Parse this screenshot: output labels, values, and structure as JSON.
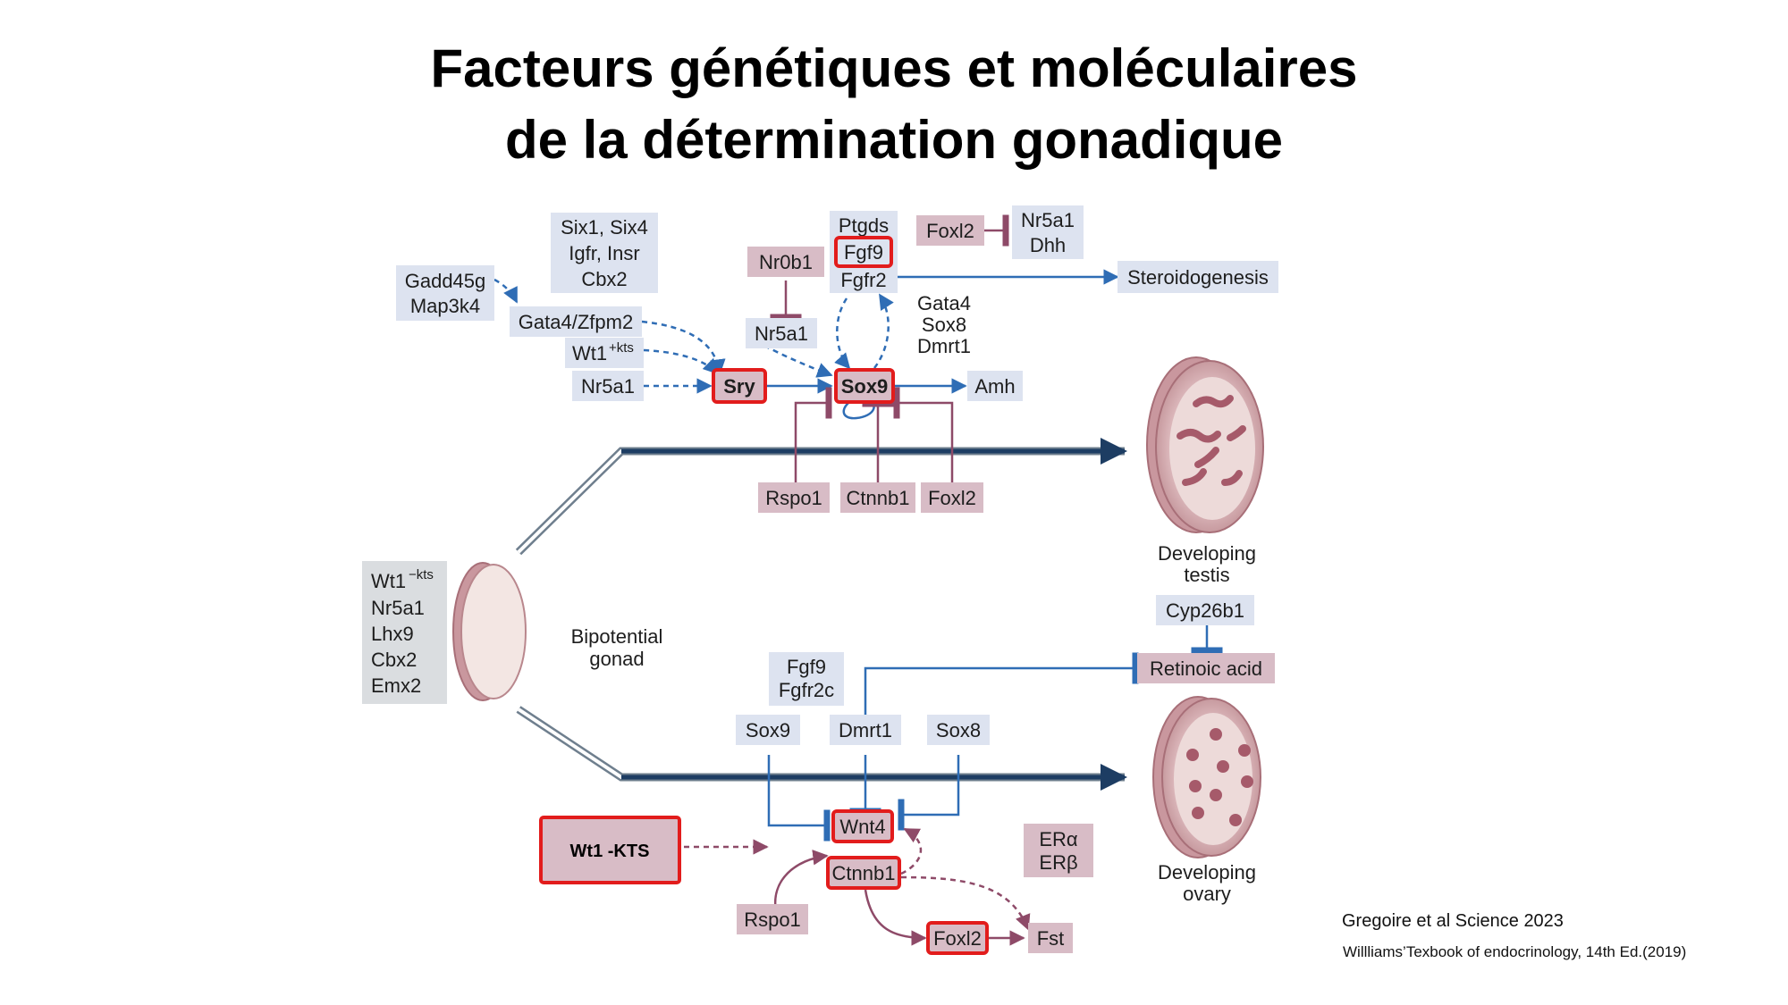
{
  "slide": {
    "title_line1": "Facteurs génétiques et moléculaires",
    "title_line2": "de la détermination gonadique",
    "ref1": "Gregoire et al Science 2023",
    "ref2": "Willliams’Texbook of endocrinology, 14th Ed.(2019)"
  },
  "diagram": {
    "testis_path": {
      "six_group": [
        "Six1, Six4",
        "Igfr, Insr",
        "Cbx2"
      ],
      "gadd_group": [
        "Gadd45g",
        "Map3k4"
      ],
      "gata4_zfpm2": "Gata4/Zfpm2",
      "wt1_kts_plus": "Wt1",
      "wt1_kts_plus_sup": "+kts",
      "nr5a1_left": "Nr5a1",
      "sry": "Sry",
      "nr0b1": "Nr0b1",
      "nr5a1_mid": "Nr5a1",
      "ptgds": "Ptgds",
      "fgf9": "Fgf9",
      "fgfr2": "Fgfr2",
      "foxl2_top": "Foxl2",
      "nr5a1_dhh": [
        "Nr5a1",
        "Dhh"
      ],
      "steroidogenesis": "Steroidogenesis",
      "gata4_group": [
        "Gata4",
        "Sox8",
        "Dmrt1"
      ],
      "sox9": "Sox9",
      "amh": "Amh",
      "rspo1": "Rspo1",
      "ctnnb1": "Ctnnb1",
      "foxl2": "Foxl2",
      "developing_testis": [
        "Developing",
        "testis"
      ]
    },
    "bipotential": {
      "factors": [
        "Wt1",
        "Nr5a1",
        "Lhx9",
        "Cbx2",
        "Emx2"
      ],
      "factor_sup": "−kts",
      "label": [
        "Bipotential",
        "gonad"
      ]
    },
    "ovary_path": {
      "cyp26b1": "Cyp26b1",
      "retinoic_acid": "Retinoic acid",
      "fgf_group": [
        "Fgf9",
        "Fgfr2c"
      ],
      "sox9": "Sox9",
      "dmrt1": "Dmrt1",
      "sox8": "Sox8",
      "wnt4": "Wnt4",
      "wt1_kts_box": "Wt1 -KTS",
      "ctnnb1": "Ctnnb1",
      "er_group": [
        "ERα",
        "ERβ"
      ],
      "rspo1": "Rspo1",
      "foxl2": "Foxl2",
      "fst": "Fst",
      "developing_ovary": [
        "Developing",
        "ovary"
      ]
    },
    "colors": {
      "blue_box": "#dde3f0",
      "pink_box": "#d8bcc6",
      "gray_box": "#dadde0",
      "blue_line": "#2f6db5",
      "maroon_line": "#8e4a68",
      "red_highlight": "#e21c1c",
      "gonad_fill": "#cfa3a8",
      "main_arrow": "#1d3d63"
    }
  }
}
